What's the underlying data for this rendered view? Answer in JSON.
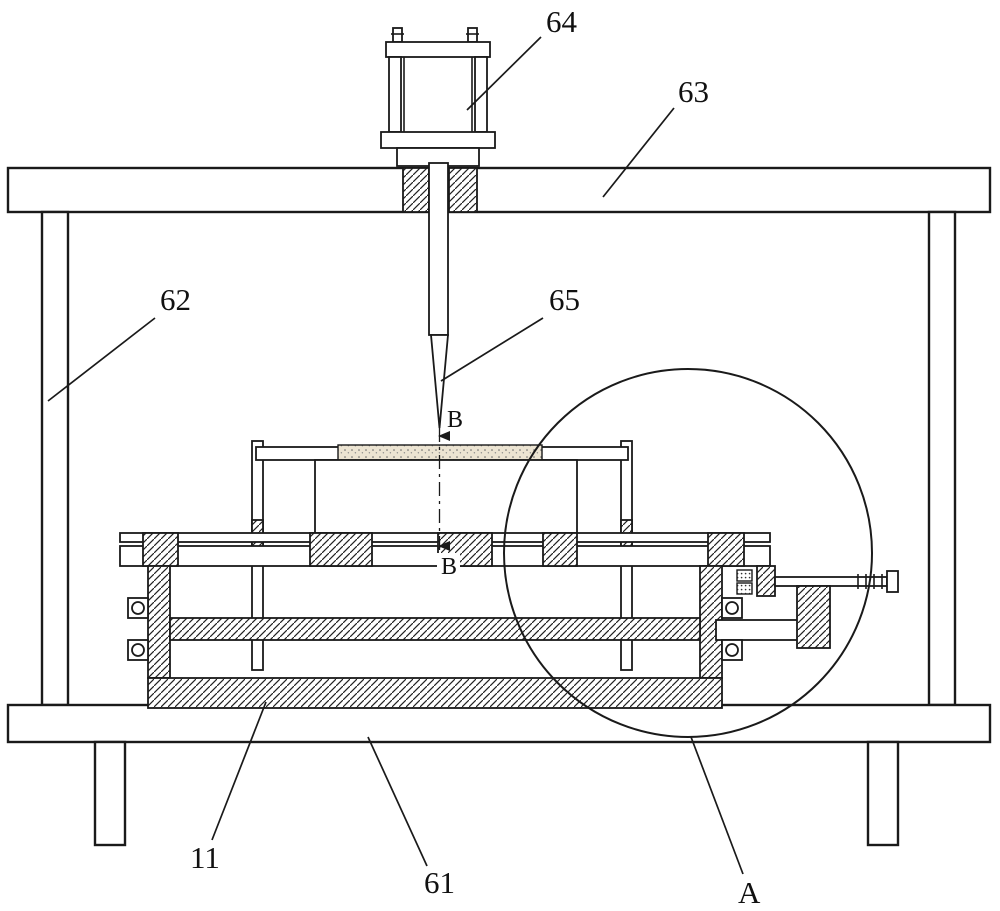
{
  "figure": {
    "background": "#ffffff",
    "ink": "#1a1a1a",
    "strip_color": "#ece4d2",
    "labels": {
      "ref_64": "64",
      "ref_63": "63",
      "ref_62": "62",
      "ref_65": "65",
      "ref_11": "11",
      "ref_61": "61",
      "ref_a": "A",
      "section_b_top": "B",
      "section_b_bottom": "B"
    }
  }
}
